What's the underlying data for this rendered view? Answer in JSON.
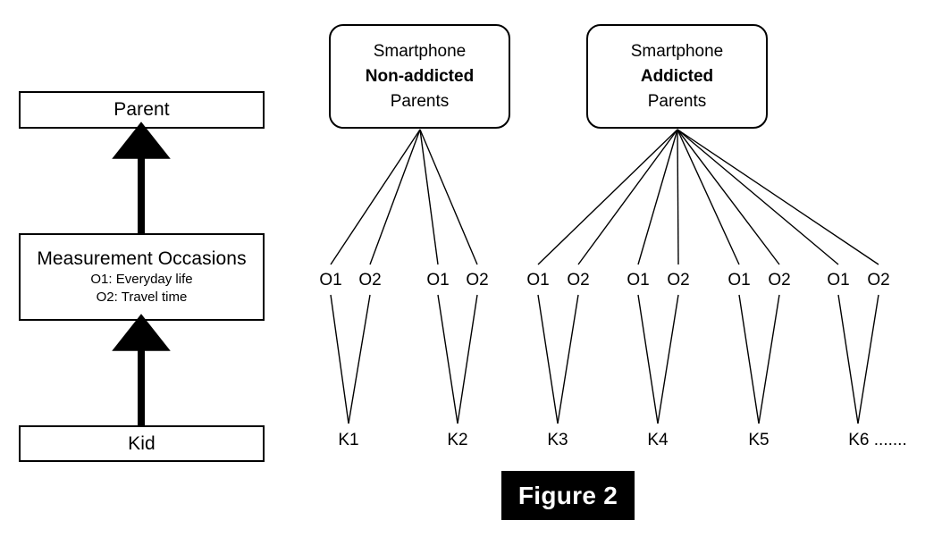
{
  "figure": {
    "caption": "Figure 2"
  },
  "legend_panel": {
    "parent_box": {
      "label": "Parent"
    },
    "measurement_box": {
      "title": "Measurement Occasions",
      "line1": "O1: Everyday life",
      "line2": "O2: Travel time"
    },
    "kid_box": {
      "label": "Kid"
    },
    "arrows": [
      {
        "from": "Kid",
        "to": "Measurement Occasions"
      },
      {
        "from": "Measurement Occasions",
        "to": "Parent"
      }
    ]
  },
  "diagram": {
    "groups": [
      {
        "id": "non-addicted",
        "title_line1": "Smartphone",
        "title_line2": "Non-addicted",
        "title_line3": "Parents",
        "occasions": [
          "O1",
          "O2",
          "O1",
          "O2"
        ],
        "kids": [
          "K1",
          "K2"
        ]
      },
      {
        "id": "addicted",
        "title_line1": "Smartphone",
        "title_line2": "Addicted",
        "title_line3": "Parents",
        "occasions": [
          "O1",
          "O2",
          "O1",
          "O2",
          "O1",
          "O2",
          "O1",
          "O2"
        ],
        "kids": [
          "K3",
          "K4",
          "K5",
          "K6 ......."
        ]
      }
    ]
  },
  "colors": {
    "stroke": "#000000",
    "background": "#ffffff",
    "caption_background": "#000000",
    "caption_text": "#ffffff"
  }
}
